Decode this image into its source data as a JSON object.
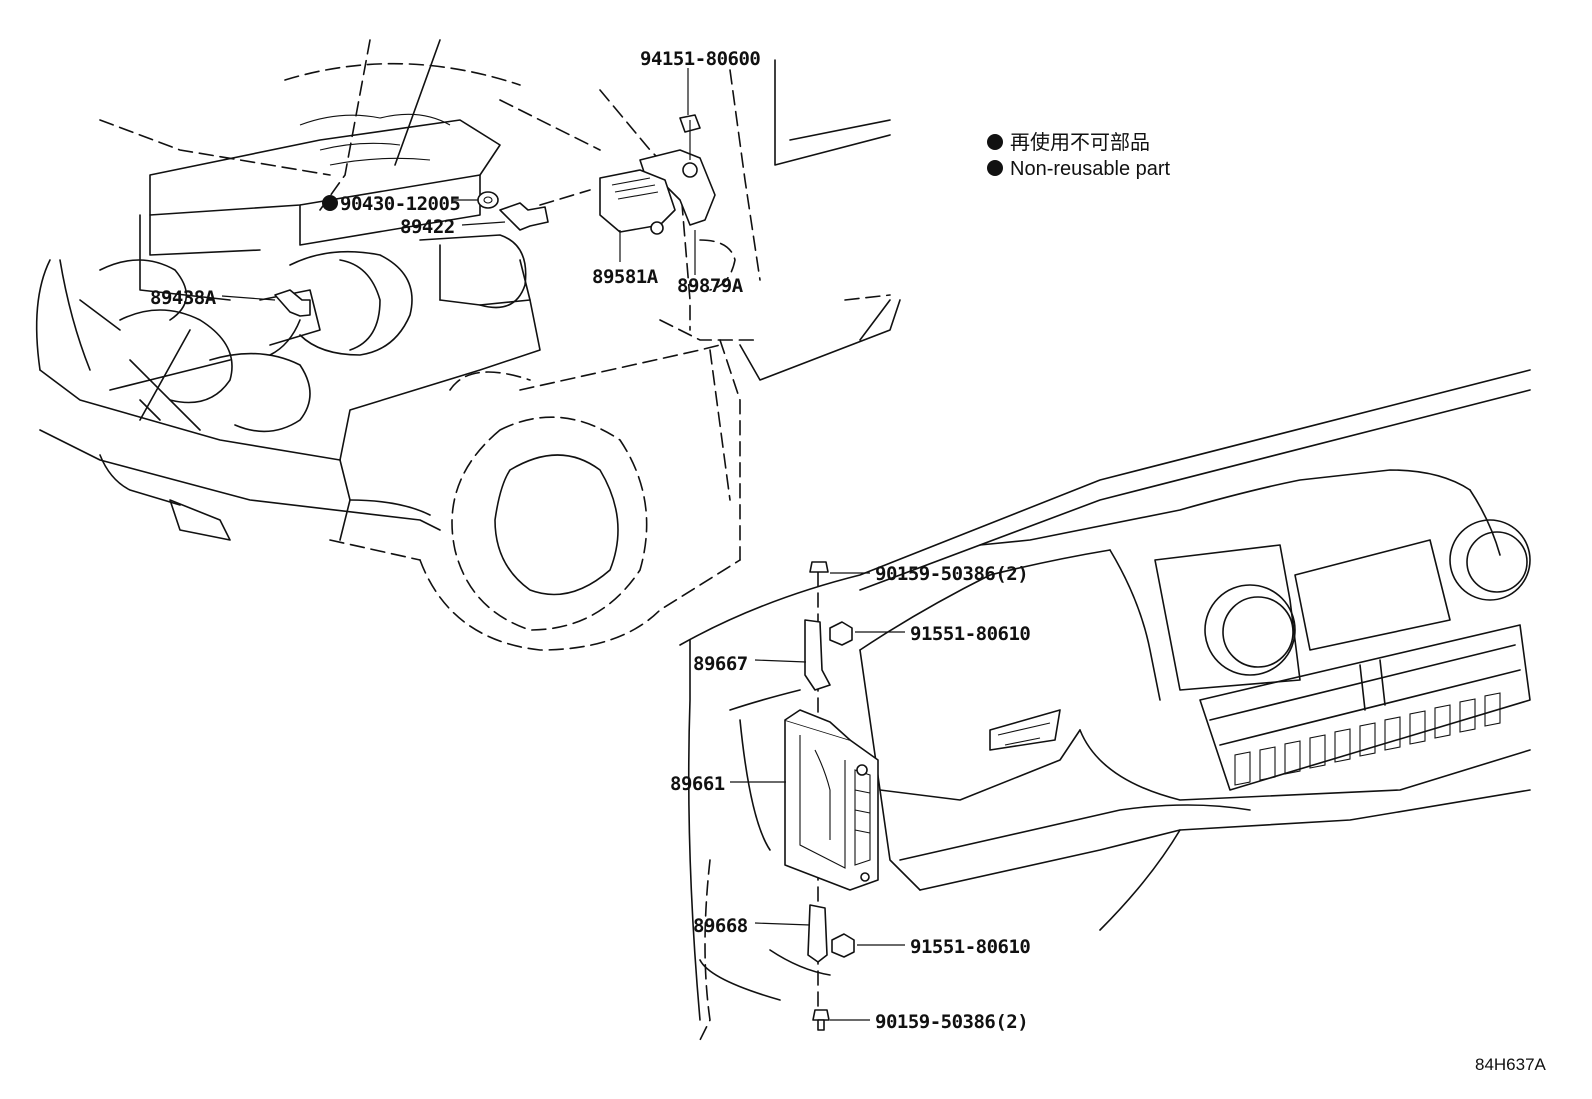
{
  "legend": {
    "line_ja": "再使用不可部品",
    "line_en": "Non-reusable part"
  },
  "parts": {
    "p94151": "94151-80600",
    "p90430": "90430-12005",
    "p89422": "89422",
    "p89438A": "89438A",
    "p89581A": "89581A",
    "p89879A": "89879A",
    "p90159_top": "90159-50386(2)",
    "p91551_top": "91551-80610",
    "p89667": "89667",
    "p89661": "89661",
    "p89668": "89668",
    "p91551_bottom": "91551-80610",
    "p90159_bottom": "90159-50386(2)"
  },
  "illustration_code": "84H637A"
}
